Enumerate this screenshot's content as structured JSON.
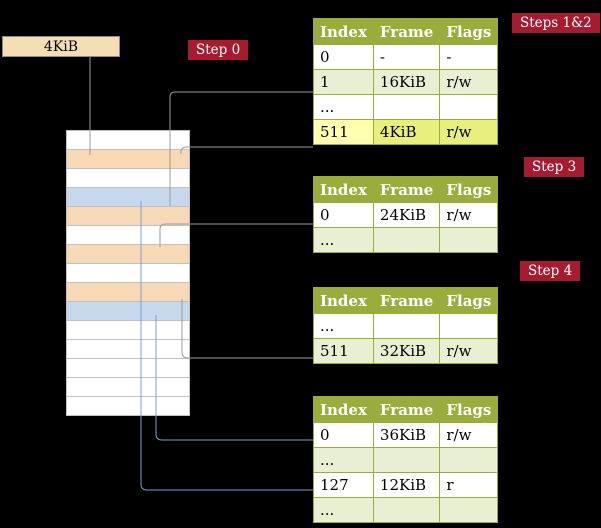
{
  "frame_box": {
    "label": "4KiB"
  },
  "badges": {
    "step0": "Step 0",
    "steps12": "Steps 1&2",
    "step3": "Step 3",
    "step4": "Step 4"
  },
  "tables": [
    {
      "id": "page-table-steps-1-2",
      "headers": [
        "Index",
        "Frame",
        "Flags"
      ],
      "rows": [
        [
          "0",
          "-",
          "-"
        ],
        [
          "1",
          "16KiB",
          "r/w"
        ],
        [
          "...",
          "",
          ""
        ],
        [
          "511",
          "4KiB",
          "r/w"
        ]
      ],
      "highlighted_row": "511"
    },
    {
      "id": "page-table-step-3",
      "headers": [
        "Index",
        "Frame",
        "Flags"
      ],
      "rows": [
        [
          "0",
          "24KiB",
          "r/w"
        ],
        [
          "...",
          "",
          ""
        ]
      ]
    },
    {
      "id": "page-table-step-4a",
      "headers": [
        "Index",
        "Frame",
        "Flags"
      ],
      "rows": [
        [
          "...",
          "",
          ""
        ],
        [
          "511",
          "32KiB",
          "r/w"
        ]
      ]
    },
    {
      "id": "page-table-step-4b",
      "headers": [
        "Index",
        "Frame",
        "Flags"
      ],
      "rows": [
        [
          "0",
          "36KiB",
          "r/w"
        ],
        [
          "...",
          "",
          ""
        ],
        [
          "127",
          "12KiB",
          "r"
        ],
        [
          "...",
          "",
          ""
        ]
      ]
    }
  ],
  "memory": {
    "rows": [
      "free",
      "mapped",
      "free",
      "pagetable",
      "mapped",
      "free",
      "mapped",
      "free",
      "mapped",
      "pagetable",
      "free",
      "free",
      "free",
      "free",
      "free"
    ],
    "frame_size": "4KiB"
  },
  "colors": {
    "background": "#000000",
    "badge_bg": "#a51c30",
    "table_header_bg": "#9aad3c",
    "table_border": "#9aad3c",
    "table_row_alt": "#e9efd2",
    "highlight_index_cell": "#ffffb0",
    "highlight_value_cell": "#e9ef7c",
    "frame_box_bg": "#f5deb3",
    "mem_mapped": "#f7d9b5",
    "mem_pagetable": "#c8d8ec",
    "arrow_gray": "#9b9b9b",
    "arrow_blue": "#7aa0d2"
  }
}
